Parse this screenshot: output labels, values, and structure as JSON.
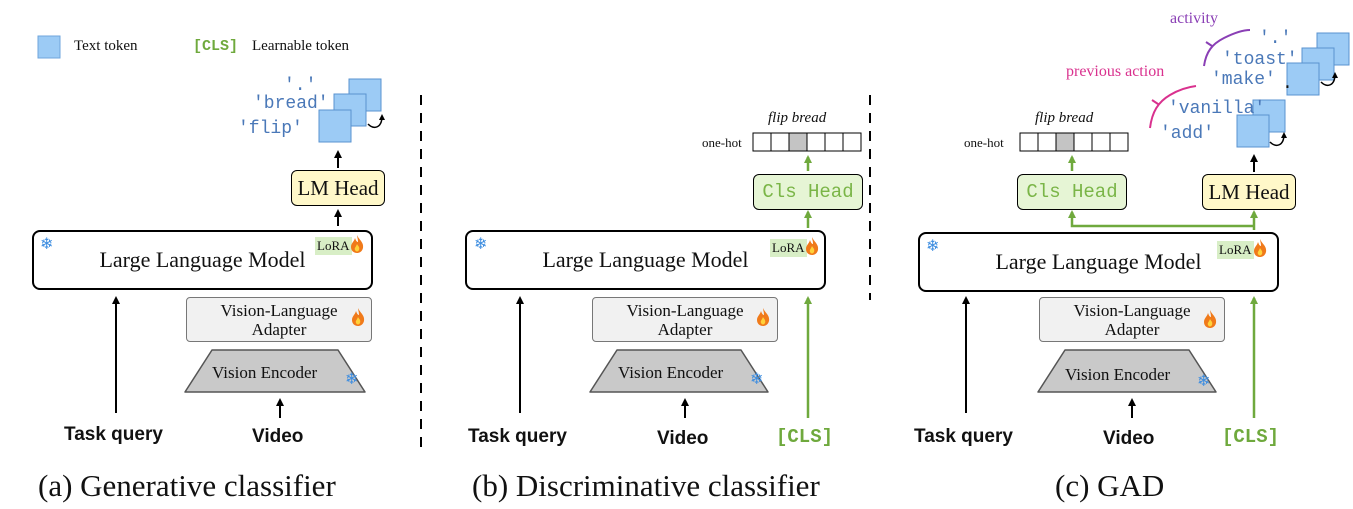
{
  "legend": {
    "text_token_label": "Text token",
    "cls_tag": "[CLS]",
    "cls_label": "Learnable token"
  },
  "labels": {
    "llm": "Large Language Model",
    "lora": "LoRA",
    "adapter_line1": "Vision-Language",
    "adapter_line2": "Adapter",
    "vision_encoder": "Vision Encoder",
    "lm_head": "LM Head",
    "cls_head": "Cls Head",
    "task_query": "Task query",
    "video": "Video",
    "cls_input": "[CLS]",
    "one_hot": "one-hot",
    "flip_bread": "flip bread",
    "activity": "activity",
    "previous_action": "previous action"
  },
  "tokens": {
    "a": [
      "'.'",
      "'bread'",
      "'flip'"
    ],
    "c_activity": [
      "'.'",
      "'toast'",
      "'make'",
      "."
    ],
    "c_previous": [
      "'vanilla'",
      "'add'"
    ]
  },
  "captions": {
    "a": "(a) Generative classifier",
    "b": "(b) Discriminative classifier",
    "c": "(c) GAD"
  },
  "colors": {
    "token_blue": "#9ccbf5",
    "token_text": "#4a78b8",
    "cls_green": "#6fa93d",
    "lm_head_fill": "#fff8c9",
    "cls_head_fill": "#e6f5d5",
    "lora_fill": "#d8eec6",
    "activity_purple": "#8a3fb5",
    "previous_pink": "#d9318e",
    "snowflake_blue": "#3d8de0"
  },
  "icons": [
    "snowflake-icon",
    "fire-icon"
  ]
}
